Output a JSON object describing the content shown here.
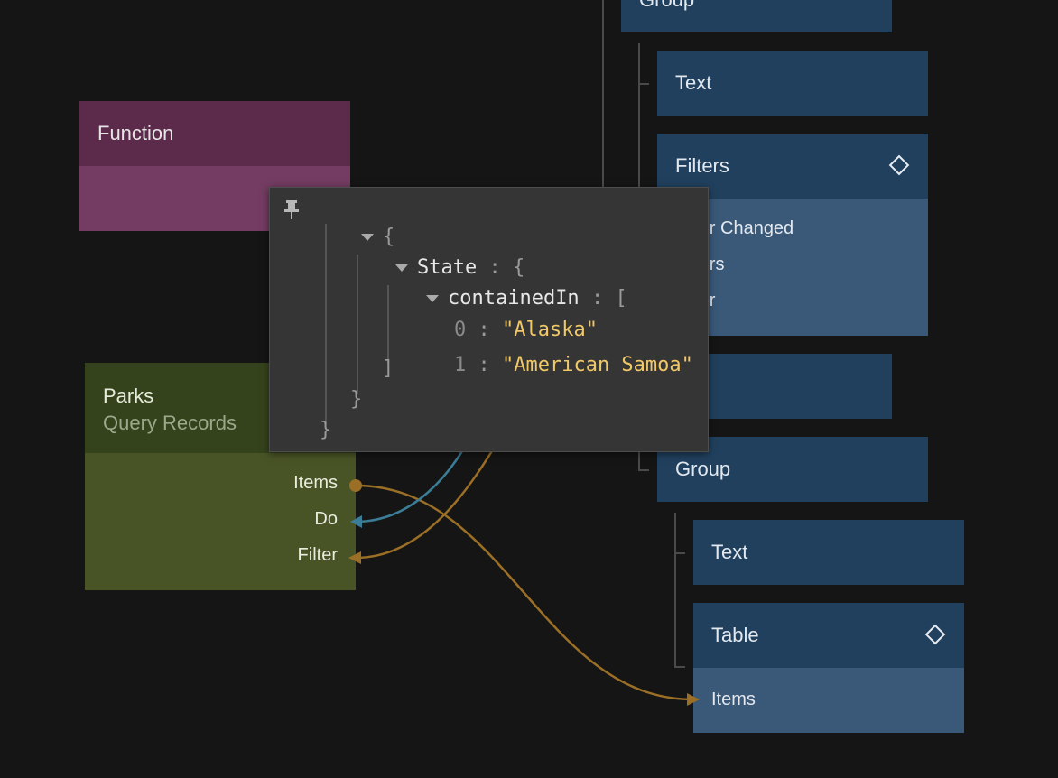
{
  "nodes": {
    "function": {
      "title": "Function"
    },
    "parks": {
      "title": "Parks",
      "subtitle": "Query Records",
      "ports": {
        "items": "Items",
        "do": "Do",
        "filter": "Filter"
      }
    },
    "tree": {
      "group_top": "Group",
      "text_1": "Text",
      "filters": {
        "title": "Filters",
        "ports": [
          "Filter Changed",
          "Filters",
          "Filter"
        ]
      },
      "group_2": "Group",
      "text_2": "Text",
      "table": {
        "title": "Table",
        "port": "Items"
      }
    }
  },
  "inspector": {
    "root_open": "{",
    "state_key": "State",
    "state_open": "{",
    "contained_key": "containedIn",
    "array_open": "[",
    "items": [
      {
        "index": "0",
        "value": "\"Alaska\""
      },
      {
        "index": "1",
        "value": "\"American Samoa\""
      }
    ],
    "array_close": "]",
    "state_close": "}",
    "root_close": "}",
    "colon": ":"
  },
  "colors": {
    "background": "#151515",
    "blue_header": "#21405e",
    "blue_body": "#3a5878",
    "function_header": "#5c2a4b",
    "parks_header": "#35431c",
    "parks_body": "#495426",
    "wire_orange": "#9b6f25",
    "wire_teal": "#3b7c96",
    "string_value": "#f0c868"
  },
  "icons": [
    "pin-icon",
    "collapse-triangle-icon",
    "diamond-icon"
  ]
}
